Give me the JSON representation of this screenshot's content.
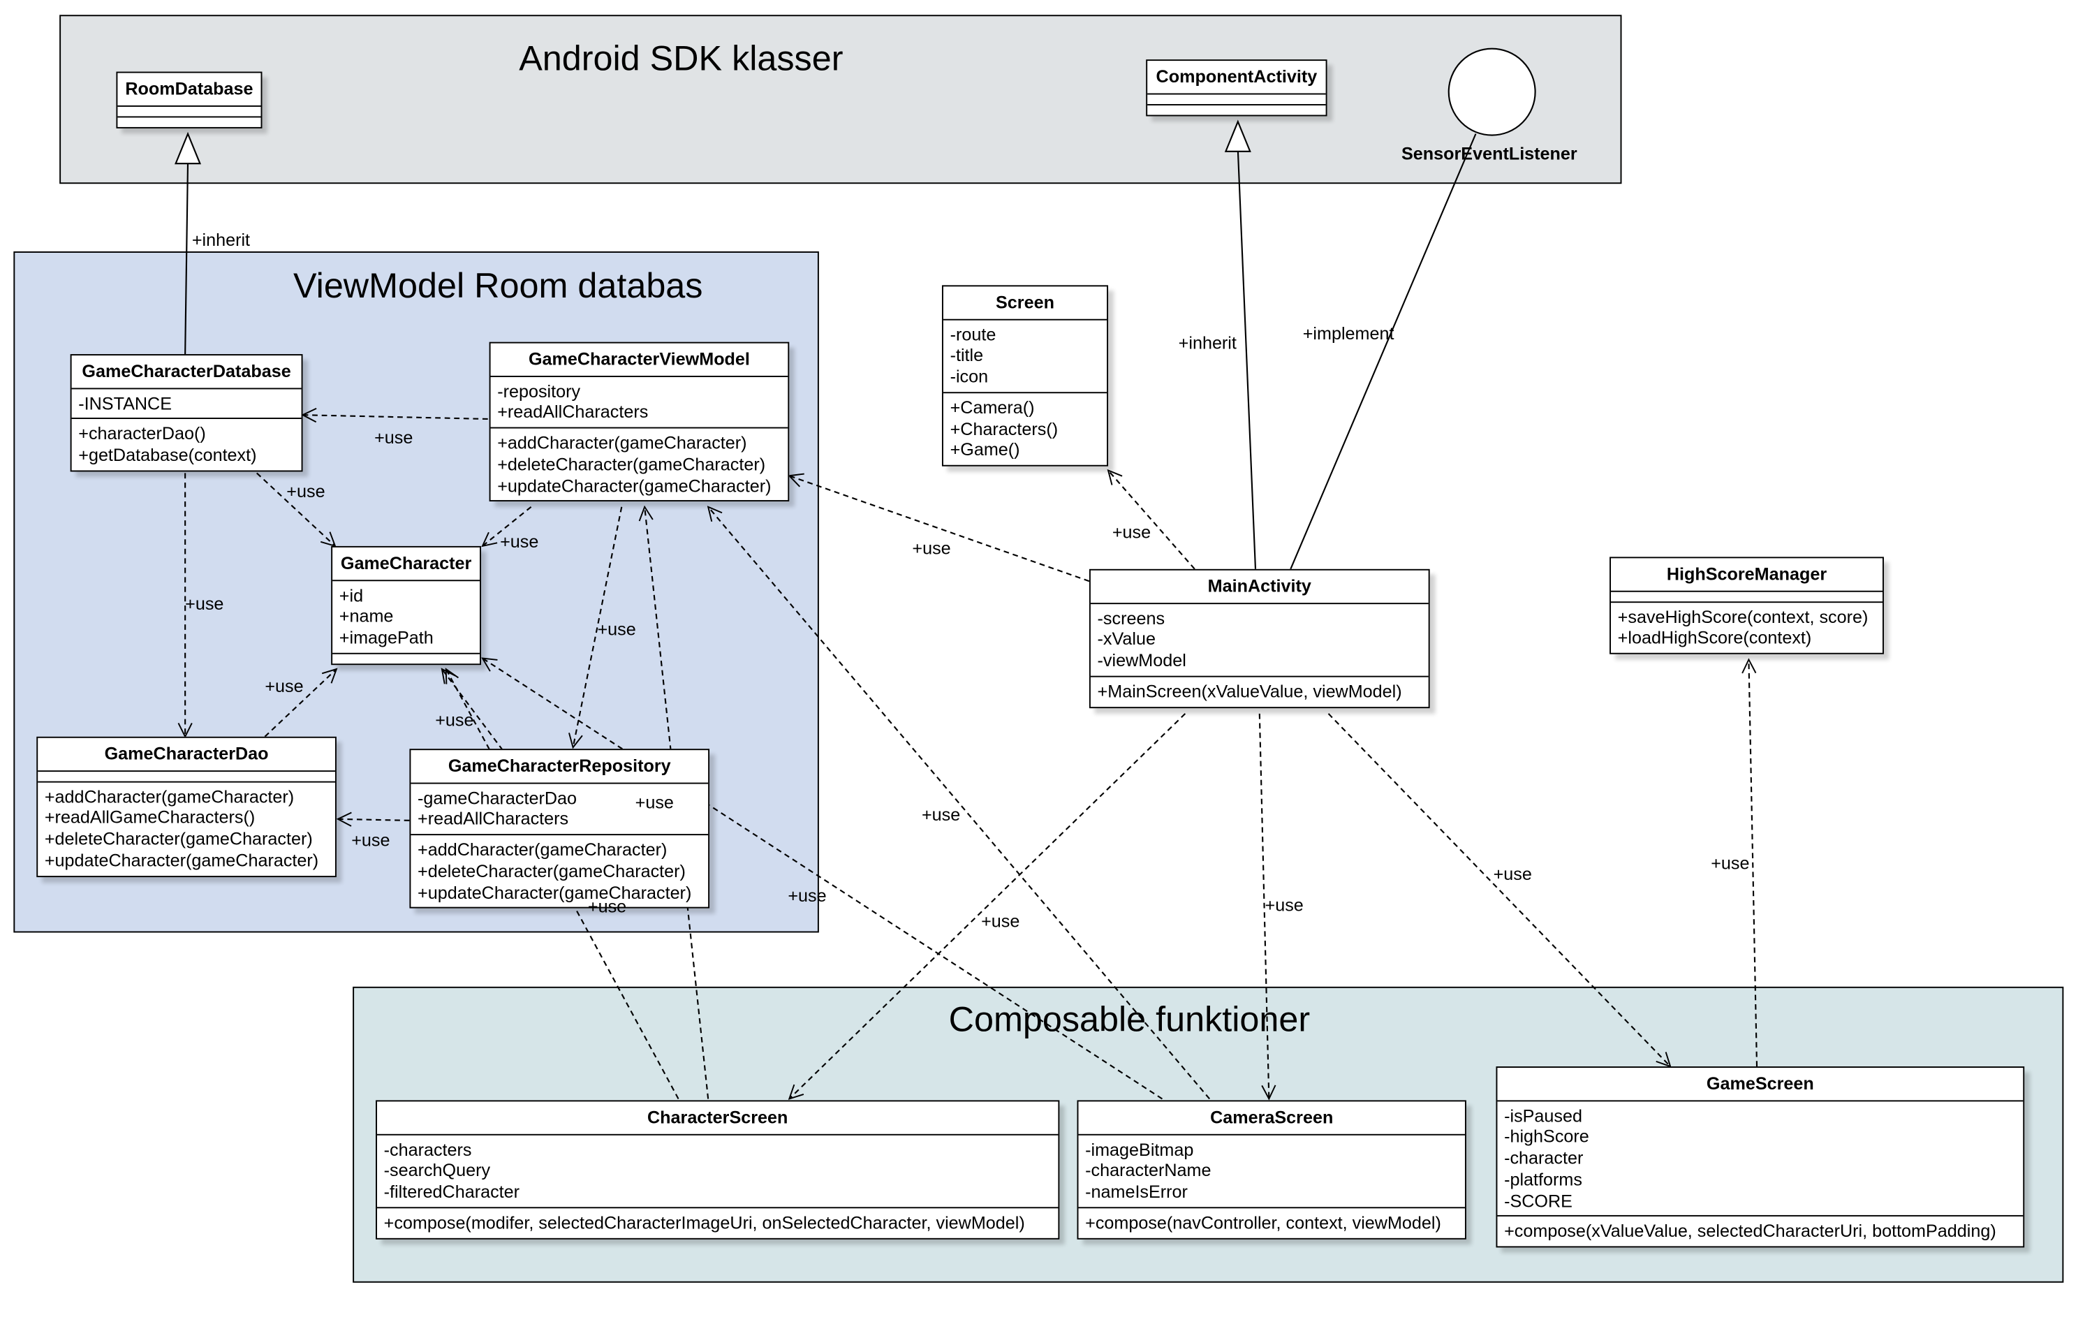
{
  "regions": {
    "android": "Android SDK klasser",
    "viewmodel": "ViewModel Room databas",
    "composable": "Composable funktioner"
  },
  "classes": {
    "room_database": {
      "name": "RoomDatabase"
    },
    "component_activity": {
      "name": "ComponentActivity"
    },
    "sensor_event_listener": {
      "name": "SensorEventListener"
    },
    "game_character_database": {
      "name": "GameCharacterDatabase",
      "attrs": [
        "-INSTANCE"
      ],
      "ops": [
        "+characterDao()",
        "+getDatabase(context)"
      ]
    },
    "game_character_viewmodel": {
      "name": "GameCharacterViewModel",
      "attrs": [
        "-repository",
        "+readAllCharacters"
      ],
      "ops": [
        "+addCharacter(gameCharacter)",
        "+deleteCharacter(gameCharacter)",
        "+updateCharacter(gameCharacter)"
      ]
    },
    "game_character": {
      "name": "GameCharacter",
      "attrs": [
        "+id",
        "+name",
        "+imagePath"
      ]
    },
    "game_character_dao": {
      "name": "GameCharacterDao",
      "ops": [
        "+addCharacter(gameCharacter)",
        "+readAllGameCharacters()",
        "+deleteCharacter(gameCharacter)",
        "+updateCharacter(gameCharacter)"
      ]
    },
    "game_character_repository": {
      "name": "GameCharacterRepository",
      "attrs": [
        "-gameCharacterDao",
        "+readAllCharacters"
      ],
      "ops": [
        "+addCharacter(gameCharacter)",
        "+deleteCharacter(gameCharacter)",
        "+updateCharacter(gameCharacter)"
      ]
    },
    "screen": {
      "name": "Screen",
      "attrs": [
        "-route",
        "-title",
        "-icon"
      ],
      "ops": [
        "+Camera()",
        "+Characters()",
        "+Game()"
      ]
    },
    "main_activity": {
      "name": "MainActivity",
      "attrs": [
        "-screens",
        "-xValue",
        "-viewModel"
      ],
      "ops": [
        "+MainScreen(xValueValue, viewModel)"
      ]
    },
    "high_score_manager": {
      "name": "HighScoreManager",
      "ops": [
        "+saveHighScore(context, score)",
        "+loadHighScore(context)"
      ]
    },
    "character_screen": {
      "name": "CharacterScreen",
      "attrs": [
        "-characters",
        "-searchQuery",
        "-filteredCharacter"
      ],
      "ops": [
        "+compose(modifer, selectedCharacterImageUri, onSelectedCharacter, viewModel)"
      ]
    },
    "camera_screen": {
      "name": "CameraScreen",
      "attrs": [
        "-imageBitmap",
        "-characterName",
        "-nameIsError"
      ],
      "ops": [
        "+compose(navController, context, viewModel)"
      ]
    },
    "game_screen": {
      "name": "GameScreen",
      "attrs": [
        "-isPaused",
        "-highScore",
        "-character",
        "-platforms",
        "-SCORE"
      ],
      "ops": [
        "+compose(xValueValue, selectedCharacterUri, bottomPadding)"
      ]
    }
  },
  "labels": {
    "inherit": "+inherit",
    "implement": "+implement",
    "use": "+use"
  },
  "colors": {
    "android_region": "#e0e3e5",
    "viewmodel_region": "#d1dcef",
    "composable_region": "#d6e5e8"
  }
}
